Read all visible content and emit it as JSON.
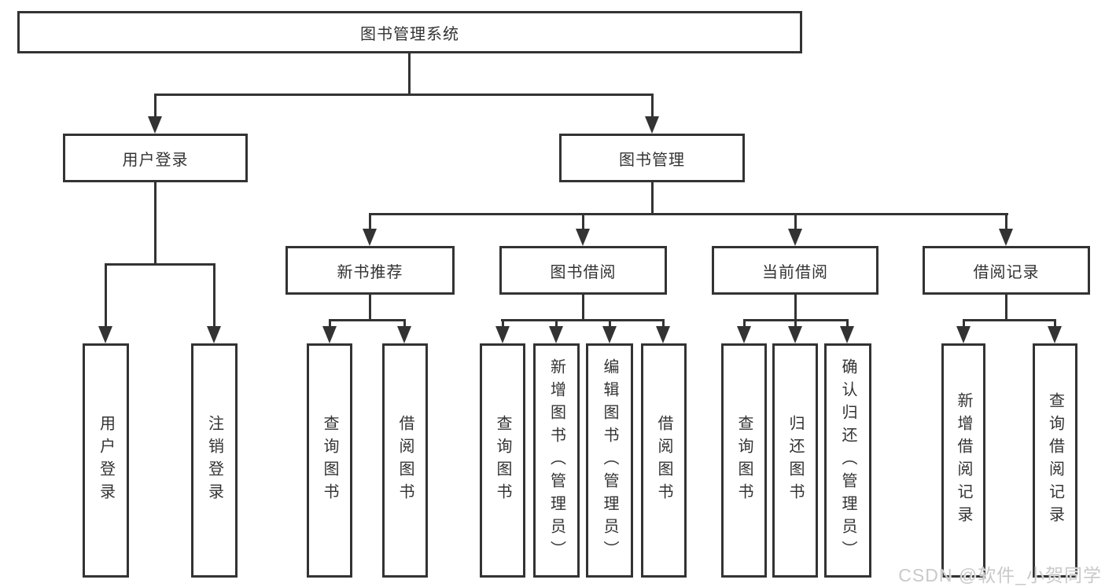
{
  "tree": {
    "root": "图书管理系统",
    "user_login": {
      "label": "用户登录",
      "children": {
        "login": "用户登录",
        "logout": "注销登录"
      }
    },
    "book_mgmt": {
      "label": "图书管理",
      "new_book_rec": {
        "label": "新书推荐",
        "children": {
          "query_book": "查询图书",
          "borrow_book": "借阅图书"
        }
      },
      "book_borrow": {
        "label": "图书借阅",
        "children": {
          "query_book": "查询图书",
          "add_book": "新增图书（管理员）",
          "edit_book": "编辑图书（管理员）",
          "borrow_book": "借阅图书"
        }
      },
      "current_borrow": {
        "label": "当前借阅",
        "children": {
          "query_book": "查询图书",
          "return_book": "归还图书",
          "confirm_return": "确认归还（管理员）"
        }
      },
      "borrow_record": {
        "label": "借阅记录",
        "children": {
          "add_record": "新增借阅记录",
          "query_record": "查询借阅记录"
        }
      }
    }
  },
  "watermark": {
    "text": "CSDN @软件_小贺同学"
  },
  "colors": {
    "line": "#333333",
    "text": "#333333",
    "box_background": "#ffffff",
    "watermark": "#c9c9c9"
  }
}
